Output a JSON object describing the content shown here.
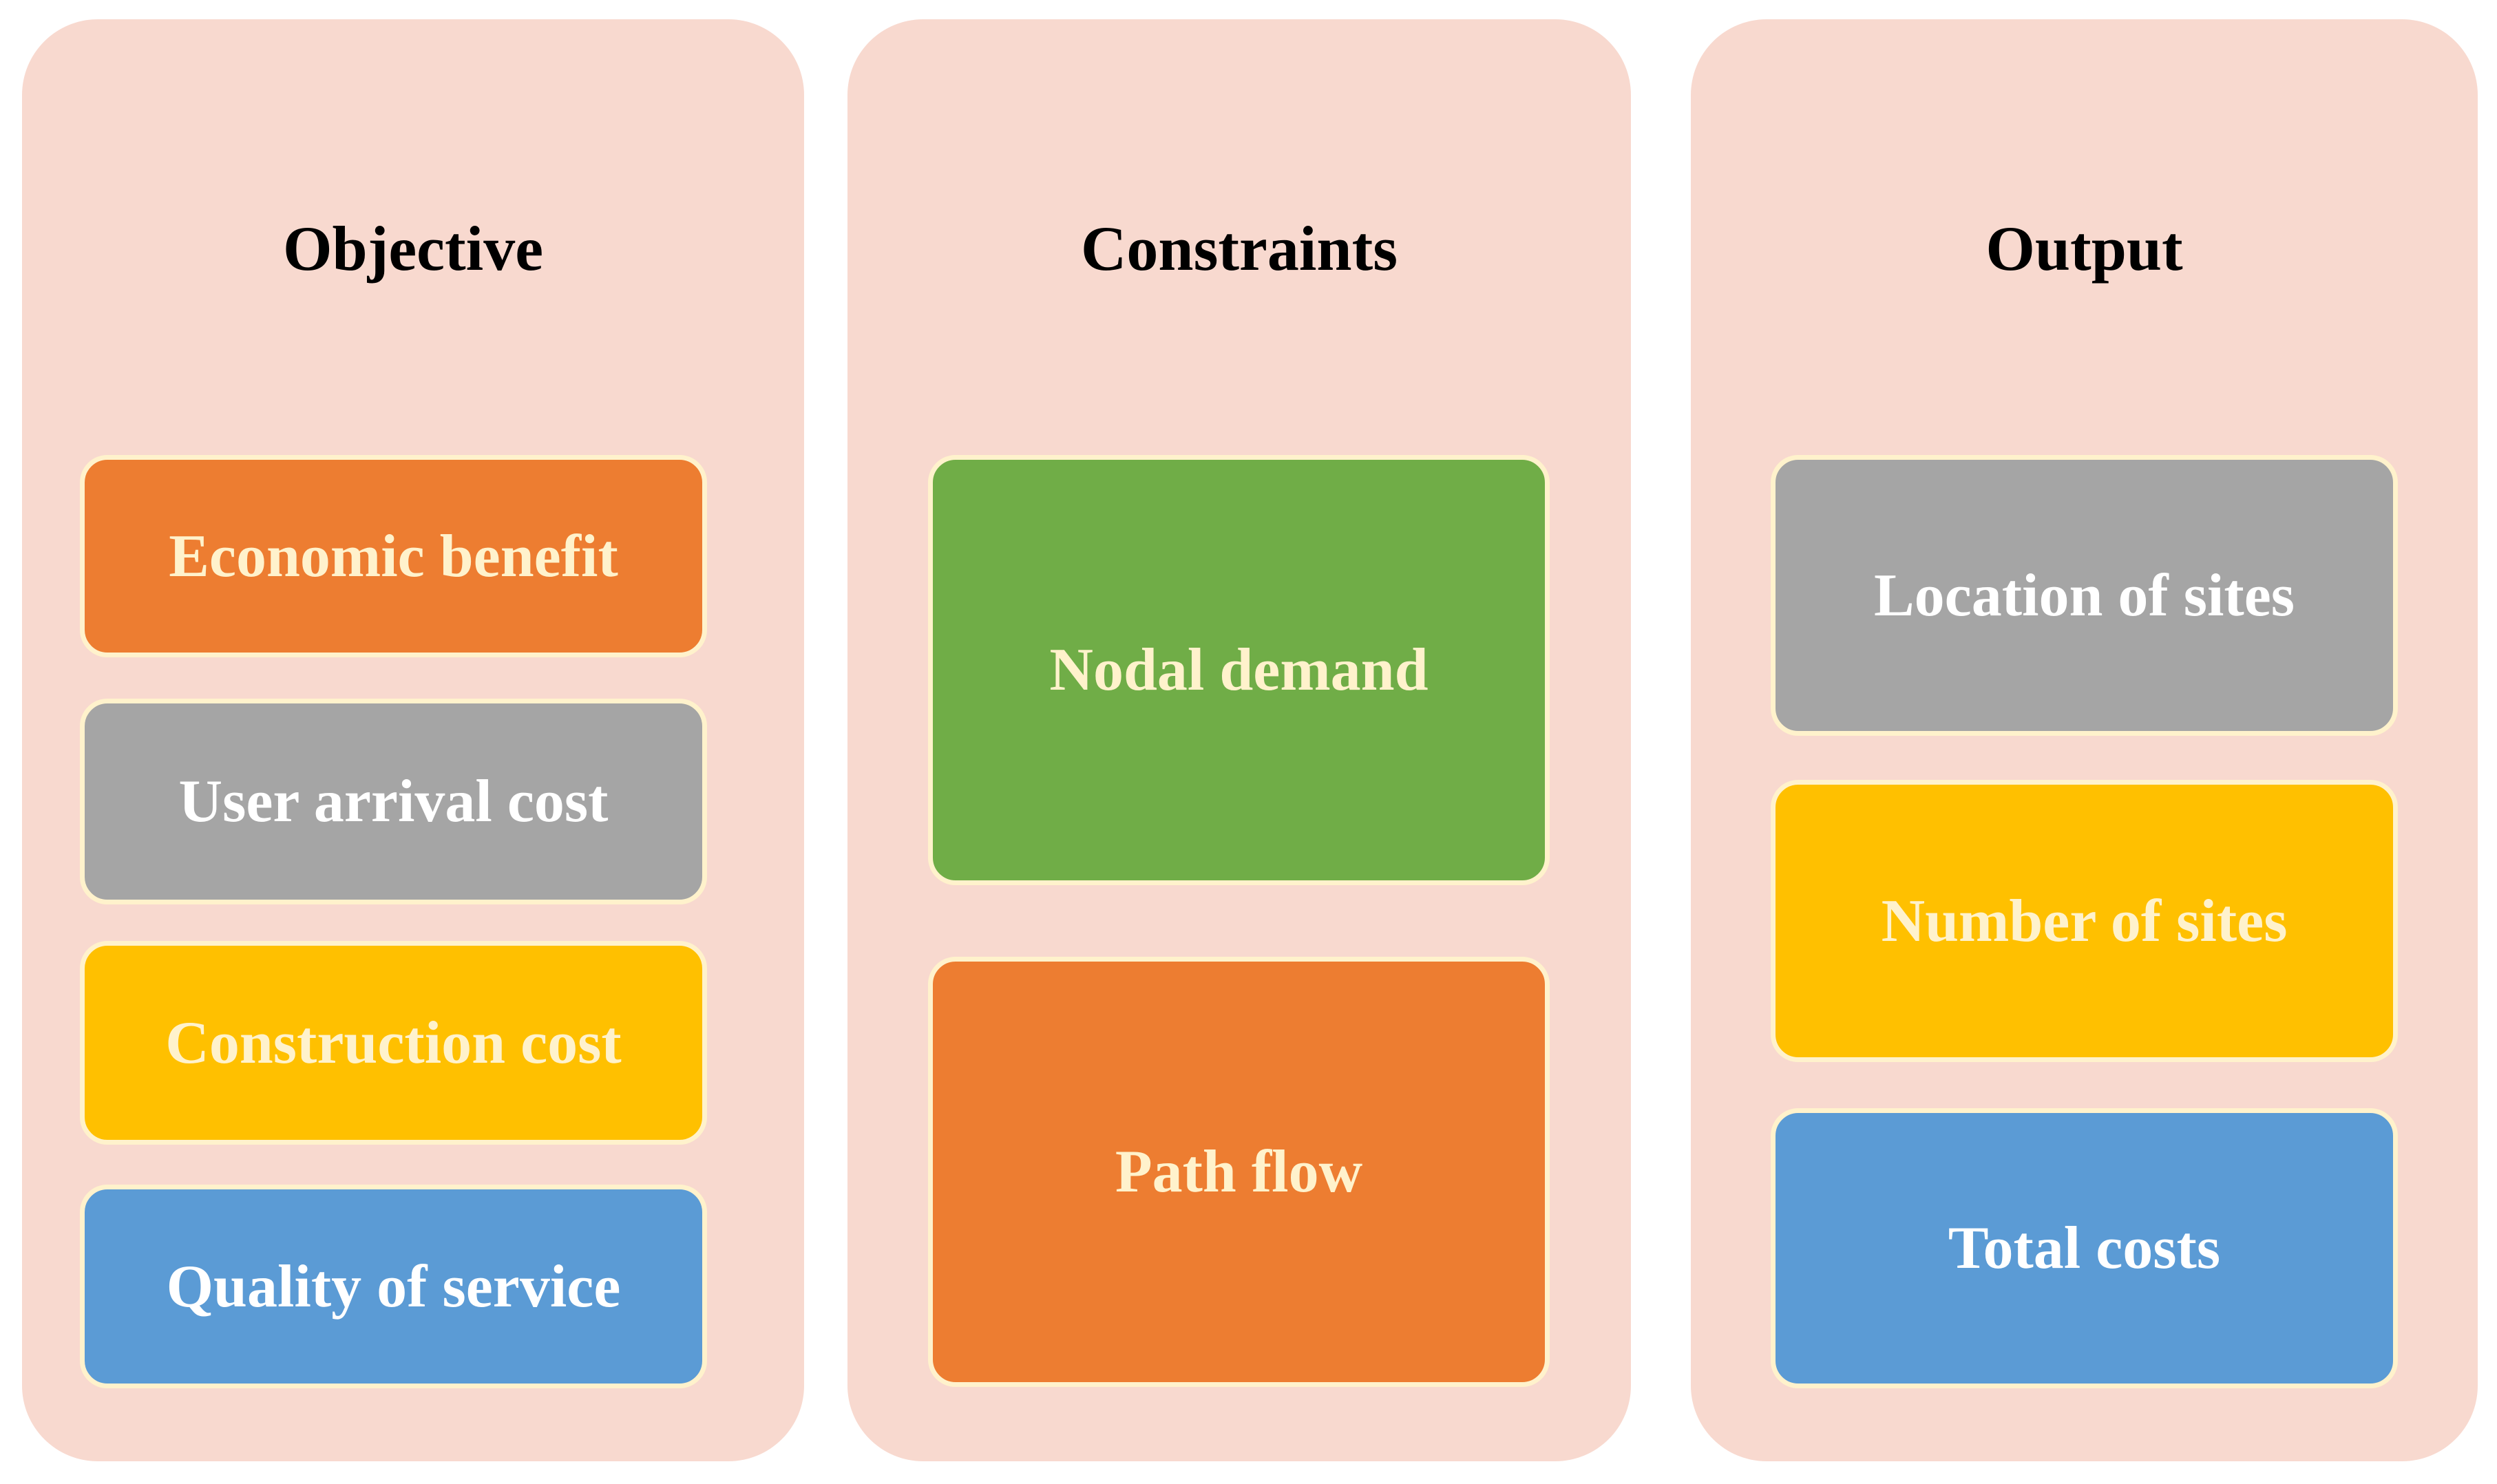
{
  "columns": [
    {
      "heading": "Objective",
      "items": [
        {
          "label": "Economic benefit",
          "color": "#ED7D31"
        },
        {
          "label": "User arrival cost",
          "color": "#A5A5A5"
        },
        {
          "label": "Construction cost",
          "color": "#FFC000"
        },
        {
          "label": "Quality of service",
          "color": "#5B9BD5"
        }
      ]
    },
    {
      "heading": "Constraints",
      "items": [
        {
          "label": "Nodal demand",
          "color": "#70AD47"
        },
        {
          "label": "Path flow",
          "color": "#ED7D31"
        }
      ]
    },
    {
      "heading": "Output",
      "items": [
        {
          "label": "Location of sites",
          "color": "#A5A5A5"
        },
        {
          "label": "Number of sites",
          "color": "#FFC000"
        },
        {
          "label": "Total costs",
          "color": "#5B9BD5"
        }
      ]
    }
  ],
  "panel_color": "#F8D9CF"
}
